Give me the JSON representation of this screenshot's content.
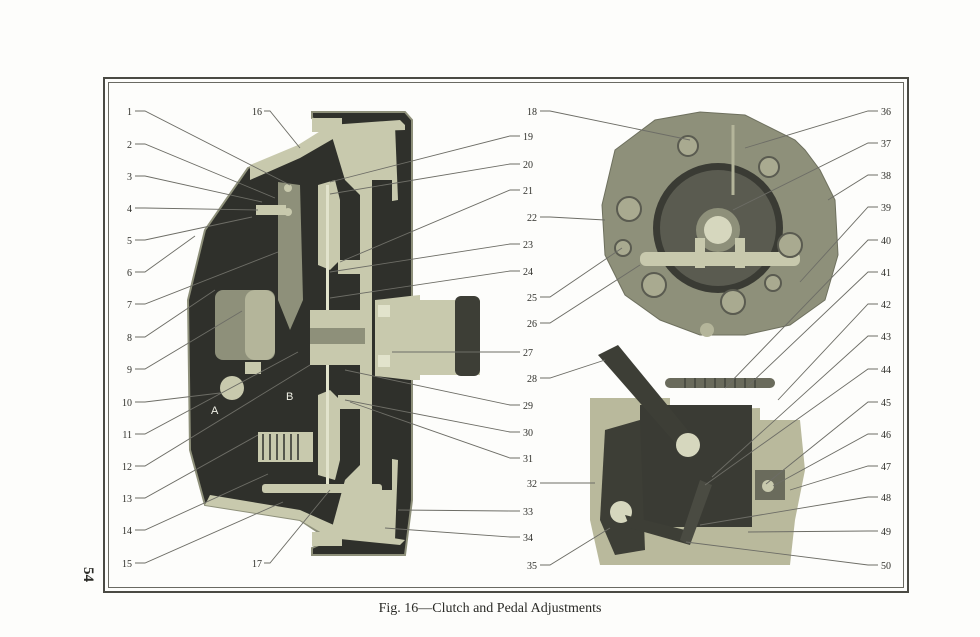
{
  "page": {
    "page_number": "54",
    "caption": "Fig. 16—Clutch and Pedal Adjustments"
  },
  "figure": {
    "colors": {
      "paper": "#fdfdfb",
      "metal_light": "#c8c9ad",
      "metal_mid": "#8e907a",
      "metal_dark": "#2f302b",
      "leader_line": "#6d6d66",
      "background_patch": "#b9b99c"
    },
    "clutch_section_labels": {
      "left_column": [
        "1",
        "2",
        "3",
        "4",
        "5",
        "6",
        "7",
        "8",
        "9",
        "10",
        "11",
        "12",
        "13",
        "14",
        "15"
      ],
      "top_label": "16",
      "bottom_label": "17",
      "right_column": [
        "19",
        "20",
        "21",
        "23",
        "24",
        "27",
        "29",
        "30",
        "31",
        "33",
        "34"
      ],
      "letter_markers": [
        "A",
        "B"
      ]
    },
    "front_view_labels": {
      "left_column": [
        "18",
        "22",
        "25",
        "26"
      ],
      "right_column": [
        "36",
        "37",
        "38",
        "39"
      ]
    },
    "pedal_assembly_labels": {
      "left_column": [
        "28",
        "32",
        "35"
      ],
      "right_column": [
        "40",
        "41",
        "42",
        "43",
        "44",
        "45",
        "46",
        "47",
        "48",
        "49",
        "50"
      ]
    }
  }
}
